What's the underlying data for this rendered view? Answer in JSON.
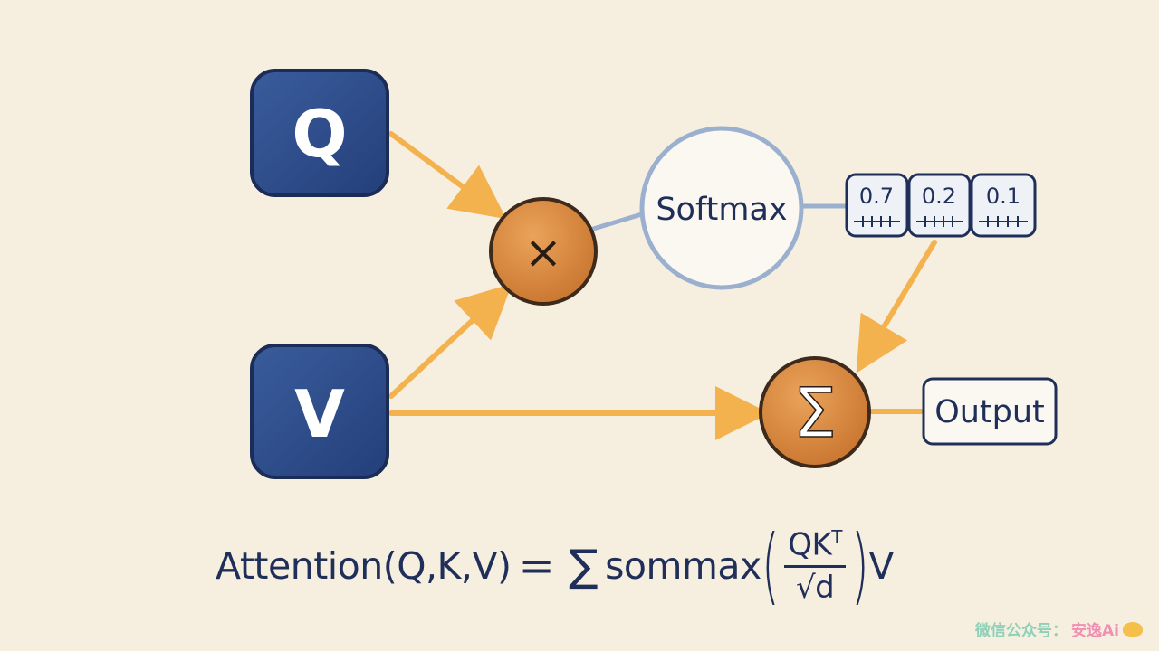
{
  "nodes": {
    "q_label": "Q",
    "v_label": "V",
    "multiply_label": "×",
    "softmax_label": "Softmax",
    "sum_label": "Σ",
    "output_label": "Output"
  },
  "weights": [
    "0.7",
    "0.2",
    "0.1"
  ],
  "formula": {
    "lhs": "Attention(Q,K,V)",
    "equals": "=",
    "sum_sign": "∑",
    "func": "sommax",
    "open_paren": "(",
    "numerator": "QK",
    "superscript": "T",
    "denominator": "√d",
    "close_paren": ")",
    "tail": "V"
  },
  "watermark": {
    "prefix": "微信公众号：",
    "name": "安逸Ai"
  },
  "colors": {
    "background": "#f6efdf",
    "input_box": "#2f4f8f",
    "operator_node": "#d98a3e",
    "arrow": "#f3b24d",
    "ink": "#1f2f5a"
  }
}
